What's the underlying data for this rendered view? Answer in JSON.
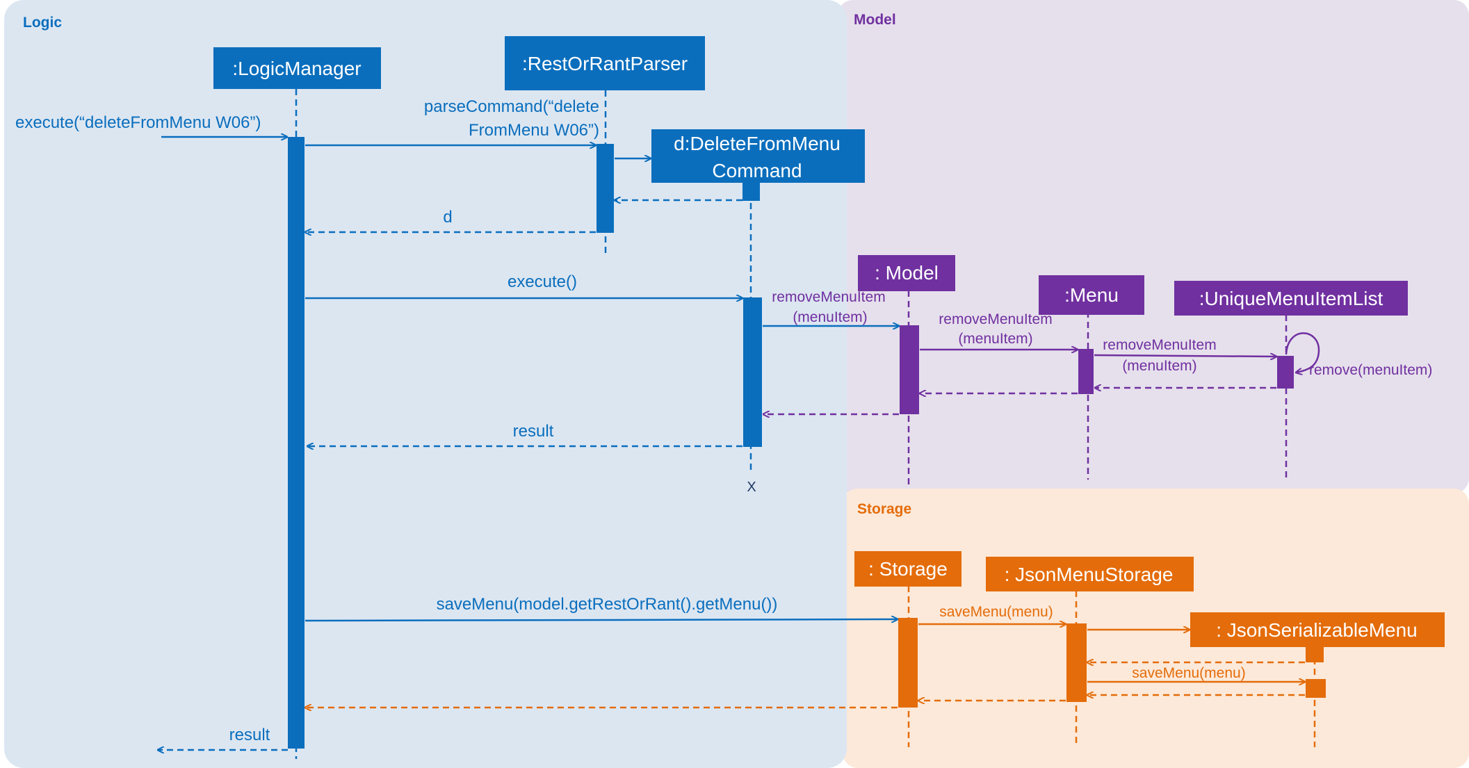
{
  "colors": {
    "logic": "#0a6ebd",
    "logic_bg": "#dce6f1",
    "model": "#7030a0",
    "model_bg": "#e6e0ec",
    "storage": "#e46c0a",
    "storage_bg": "#fde9d9"
  },
  "frames": {
    "logic": "Logic",
    "model": "Model",
    "storage": "Storage"
  },
  "participants": {
    "logic_manager": ":LogicManager",
    "parser": ":RestOrRantParser",
    "command_line1": "d:DeleteFromMenu",
    "command_line2": "Command",
    "model": ": Model",
    "menu": ":Menu",
    "unique_list": ":UniqueMenuItemList",
    "storage": ": Storage",
    "json_menu_storage": ": JsonMenuStorage",
    "json_serializable_menu": ": JsonSerializableMenu"
  },
  "messages": {
    "execute_input": "execute(“deleteFromMenu W06”)",
    "parse_line1": "parseCommand(“delete",
    "parse_line2": "FromMenu W06”)",
    "return_d": "d",
    "execute_call": "execute()",
    "remove_model_line1": "removeMenuItem",
    "remove_model_line2": "(menuItem)",
    "remove_menu_line1": "removeMenuItem",
    "remove_menu_line2": "(menuItem)",
    "remove_list_line1": "removeMenuItem",
    "remove_list_line2": "(menuItem)",
    "remove_self": "remove(menuItem)",
    "return_result_cmd": "result",
    "destroy_mark": "X",
    "save_menu_call": "saveMenu(model.getRestOrRant().getMenu())",
    "save_menu_storage": "saveMenu(menu)",
    "save_menu_json": "saveMenu(menu)",
    "return_result_final": "result"
  }
}
